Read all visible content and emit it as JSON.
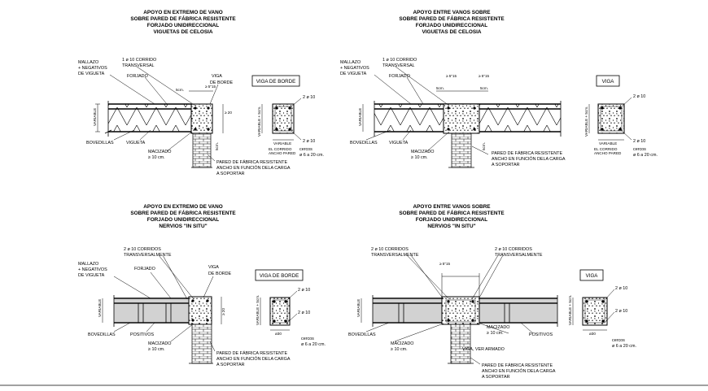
{
  "details": [
    {
      "id": "top-left",
      "title": [
        "APOYO EN EXTREMO DE VANO",
        "SOBRE PARED DE FÁBRICA RESISTENTE",
        "FORJADO UNIDIRECCIONAL",
        "VIGUETAS DE CELOSIA"
      ],
      "section_box": "VIGA DE BORDE",
      "labels": {
        "mallazo": [
          "MALLAZO",
          "+ NEGATIVOS",
          "DE VIGUETA"
        ],
        "forjado": "FORJADO",
        "corrido": [
          "1 ø 10 CORRIDO",
          "TRANSVERSAL"
        ],
        "min_dim": "≥ 5\"15",
        "viga": [
          "VIGA",
          "DE BORDE"
        ],
        "cm5": "5cm.",
        "variable": "VARIABLE",
        "bovedillas": "BOVEDILLAS",
        "vigueta": "VIGUETA",
        "macizado": [
          "MACIZADO",
          "≥ 10 cm."
        ],
        "pared": [
          "PARED DE FÁBRICA RESISTENTE",
          "ANCHO EN FUNCIÓN DELA CARGA",
          "A SOPORTAR"
        ],
        "d20": "≥ 20",
        "cm5b": "5cm.",
        "sec_top": "2 ø 10",
        "sec_bot": "2 ø 10",
        "sec_side": "VARIABLE + 5cm.",
        "sec_base": "VARIABLE",
        "sec_ancho": [
          "EL CORRIDO",
          "ANCHO PARED"
        ],
        "cercos": [
          "cercos",
          "ø 6 a 20 cm."
        ]
      }
    },
    {
      "id": "top-right",
      "title": [
        "APOYO ENTRE VANOS SOBRE",
        "SOBRE PARED DE FÁBRICA RESISTENTE",
        "FORJADO UNIDIRECCIONAL",
        "VIGUETAS DE CELOSIA"
      ],
      "section_box": "VIGA",
      "labels": {
        "mallazo": [
          "MALLAZO",
          "+ NEGATIVOS",
          "DE VIGUETA"
        ],
        "forjado": "FORJADO",
        "corrido": [
          "1 ø 10 CORRIDO",
          "TRANSVERSAL"
        ],
        "min_dim1": "≥ 5\"15",
        "min_dim2": "≥ 5\"15",
        "cm5a": "5cm.",
        "cm5b": "5cm.",
        "variable": "VARIABLE",
        "bovedillas": "BOVEDILLAS",
        "vigueta": "VIGUETA",
        "macizado": [
          "MACIZADO",
          "≥ 10 cm."
        ],
        "pared": [
          "PARED DE FÁBRICA RESISTENTE",
          "ANCHO EN FUNCIÓN DELA CARGA",
          "A SOPORTAR"
        ],
        "cm5c": "5cm.",
        "sec_top": "2 ø 10",
        "sec_bot": "2 ø 10",
        "sec_side": "VARIABLE + 5cm.",
        "sec_base": "VARIABLE",
        "sec_ancho": [
          "EL CORRIDO",
          "ANCHO PARED"
        ],
        "cercos": [
          "cercos",
          "ø 6 a 20 cm."
        ]
      }
    },
    {
      "id": "bottom-left",
      "title": [
        "APOYO EN EXTREMO DE VANO",
        "SOBRE PARED DE FÁBRICA RESISTENTE",
        "FORJADO UNIDIRECCIONAL",
        "NERVIOS \"IN SITU\""
      ],
      "section_box": "VIGA DE BORDE",
      "labels": {
        "corridos": [
          "2 ø 10 CORRIDOS",
          "TRANSVERSALMENTE"
        ],
        "mallazo": [
          "MALLAZO",
          "+ NEGATIVOS",
          "DE VIGUETA"
        ],
        "forjado": "FORJADO",
        "viga": [
          "VIGA",
          "DE BORDE"
        ],
        "variable": "VARIABLE",
        "d20": "≥ 20",
        "bovedillas": "BOVEDILLAS",
        "positivos": "POSITIVOS",
        "macizado": [
          "MACIZADO",
          "≥ 10 cm."
        ],
        "pared": [
          "PARED DE FÁBRICA RESISTENTE",
          "ANCHO EN FUNCIÓN DELA CARGA",
          "A SOPORTAR"
        ],
        "sec_top": "2 ø 10",
        "sec_bot": "2 ø 10",
        "sec_side": "VARIABLE + 5cm.",
        "sec_base": "ø30",
        "cercos": [
          "cercos",
          "ø 6 a 20 cm."
        ]
      }
    },
    {
      "id": "bottom-right",
      "title": [
        "APOYO ENTRE VANOS SOBRE",
        "SOBRE PARED DE FÁBRICA RESISTENTE",
        "FORJADO UNIDIRECCIONAL",
        "NERVIOS \"IN SITU\""
      ],
      "section_box": "VIGA",
      "labels": {
        "corridos_l": [
          "2 ø 10 CORRIDOS",
          "TRANSVERSALMENTE"
        ],
        "corridos_r": [
          "2 ø 10 CORRIDOS",
          "TRANSVERSALMENTE"
        ],
        "min_dim": "≥ 5\"15",
        "variable": "VARIABLE",
        "bovedillas": "BOVEDILLAS",
        "positivos": "POSITIVOS",
        "macizado_l": [
          "MACIZADO",
          "≥ 10 cm."
        ],
        "macizado_r": [
          "MACIZADO",
          "≥ 10 cm."
        ],
        "viga_armado": "VIGA, VER ARMADO",
        "pared": [
          "PARED DE FÁBRICA RESISTENTE",
          "ANCHO EN FUNCIÓN DELA CARGA",
          "A SOPORTAR"
        ],
        "sec_top": "2 ø 10",
        "sec_bot": "2 ø 10",
        "sec_side": "VARIABLE + 5cm.",
        "sec_base": "ø30",
        "cercos": [
          "cercos",
          "ø 6 a 20 cm."
        ]
      }
    }
  ]
}
